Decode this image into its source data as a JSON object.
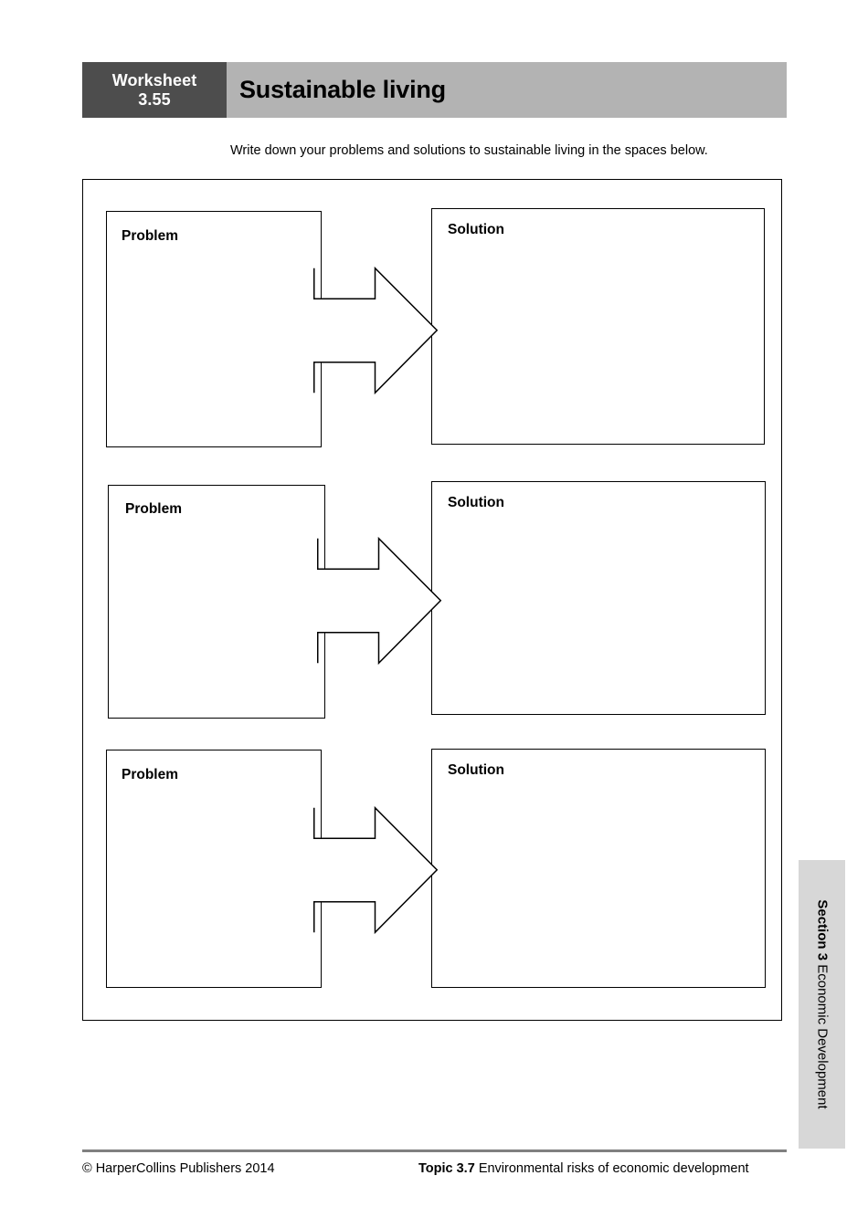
{
  "header": {
    "badge_line1": "Worksheet",
    "badge_line2": "3.55",
    "title": "Sustainable living",
    "badge_bg": "#4d4d4d",
    "bar_bg": "#b3b3b3"
  },
  "intro": {
    "text": "Write down your problems and solutions to sustainable living in the spaces below."
  },
  "activity": {
    "rows": [
      {
        "problem_label": "Problem",
        "solution_label": "Solution",
        "arrow_icon": "right-arrow-icon"
      },
      {
        "problem_label": "Problem",
        "solution_label": "Solution",
        "arrow_icon": "right-arrow-icon"
      },
      {
        "problem_label": "Problem",
        "solution_label": "Solution",
        "arrow_icon": "right-arrow-icon"
      }
    ]
  },
  "side_tab": {
    "section": "Section 3",
    "subtitle": "Economic Development",
    "bg": "#d7d7d7"
  },
  "footer": {
    "copyright": "© HarperCollins Publishers 2014",
    "topic_label": "Topic 3.7",
    "topic_text": "Environmental risks of economic development",
    "rule_color": "#808080"
  }
}
